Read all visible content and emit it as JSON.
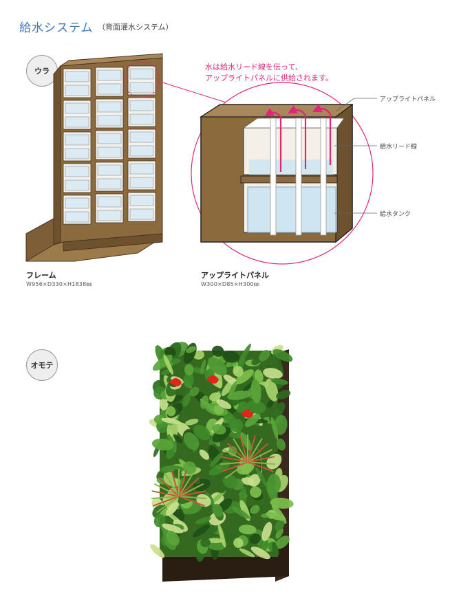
{
  "header": {
    "title": "給水システム",
    "subtitle": "（背面灌水システム）"
  },
  "back_view": {
    "badge": "ウラ",
    "frame_name": "フレーム",
    "frame_size": "W956×D330×H1838㎜"
  },
  "panel_view": {
    "note_line1": "水は給水リード線を伝って、",
    "note_line2": "アップライトパネルに供給されます。",
    "labels": {
      "panel": "アップライトパネル",
      "lead": "給水リード線",
      "tank": "給水タンク"
    },
    "panel_name": "アップライトパネル",
    "panel_size": "W300×D85×H300㎜"
  },
  "front_view": {
    "badge": "オモテ"
  },
  "colors": {
    "accent_title": "#3d7bbf",
    "accent_magenta": "#e0247a",
    "frame_brown": "#8b6a3e",
    "frame_dark": "#5e4526",
    "water_blue": "#cfe6f2"
  }
}
